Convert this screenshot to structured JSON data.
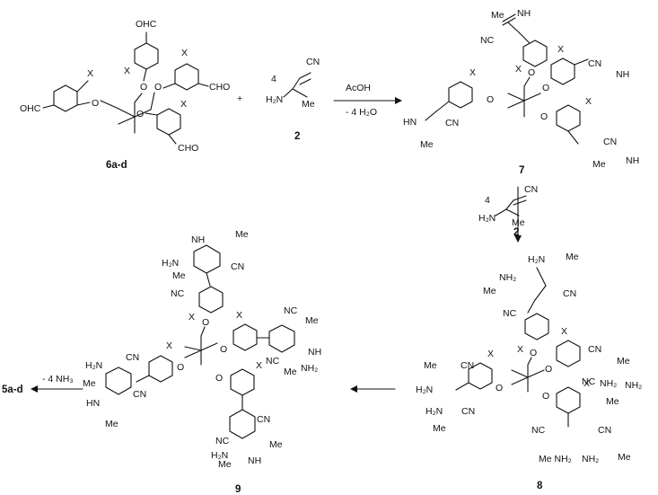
{
  "reagents": {
    "plus": "+",
    "coefficient": "4",
    "compound_number": "2",
    "condition_acid": "AcOH",
    "condition_water": "- 4 H₂O",
    "condition_ammonia": "- 4 NH₃"
  },
  "compounds": {
    "c6": "6a-d",
    "c7": "7",
    "c8": "8",
    "c9": "9",
    "c5": "5a-d"
  },
  "atoms": {
    "cho": "CHO",
    "ohc": "OHC",
    "x": "X",
    "o": "O",
    "cn": "CN",
    "nc": "NC",
    "h2n": "H₂N",
    "nh2": "NH₂",
    "nh": "NH",
    "hn": "HN",
    "me": "Me",
    "me_nh2": "Me NH₂"
  }
}
